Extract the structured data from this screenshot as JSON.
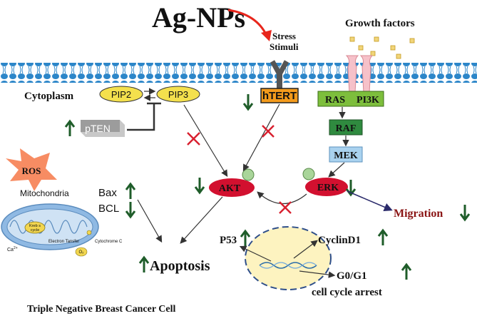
{
  "title": "Ag-NPs",
  "labels": {
    "stress_line1": "Stress",
    "stress_line2": "Stimuli",
    "growth_factors": "Growth factors",
    "cytoplasm": "Cytoplasm",
    "ros": "ROS",
    "mitochondria": "Mitochondria",
    "krebs_line1": "Kreb s",
    "krebs_line2": "cycle",
    "electron_transfer": "Electron Tansfer",
    "cytochrome_c": "Cytochrome C",
    "o2": "O₂",
    "ca": "Ca",
    "ca_sup": "2+",
    "footer": "Triple Negative Breast Cancer Cell"
  },
  "nodes": {
    "pip2": "PIP2",
    "pip3": "PIP3",
    "pten": "pTEN",
    "htert": "hTERT",
    "ras": "RAS",
    "pi3k": "PI3K",
    "raf": "RAF",
    "mek": "MEK",
    "akt": "AKT",
    "erk": "ERK",
    "bax": "Bax",
    "bcl": "BCL",
    "apoptosis": "Apoptosis",
    "migration": "Migration",
    "p53": "P53",
    "cyclind1": "CyclinD1",
    "g0g1": "G0/G1",
    "cell_cycle_arrest": "cell cycle arrest"
  },
  "colors": {
    "title_arrow": "#e8261c",
    "up_arrow": "#1f5d2a",
    "down_arrow": "#1f5d2a",
    "inhibit_cross": "#d8202f",
    "membrane": "#2c86c9",
    "pip": "#f4e04d",
    "htert": "#f39a1c",
    "ras_pi3k": "#7dbe3c",
    "raf": "#2f8a3f",
    "mek": "#a9d2ef",
    "akt": "#d2102f",
    "erk": "#d2102f",
    "migration": "#8a1414",
    "nucleus": "#fdf3c0",
    "mitochondria": "#8fb9e3",
    "ros": "#f78c63"
  }
}
